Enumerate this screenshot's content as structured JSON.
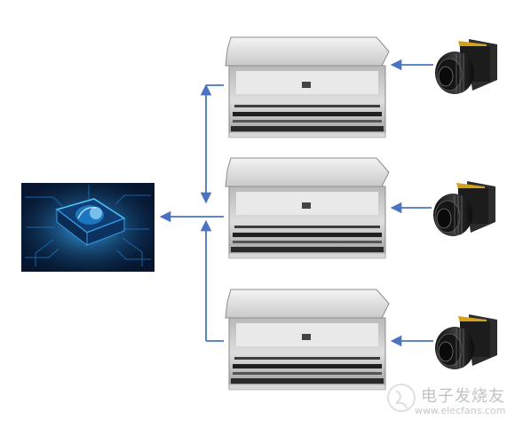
{
  "diagram": {
    "central_unit": {
      "icon": "ai-chip-image"
    },
    "scanners": [
      {
        "icon": "scanner-machine-image"
      },
      {
        "icon": "scanner-machine-image"
      },
      {
        "icon": "scanner-machine-image"
      }
    ],
    "cameras": [
      {
        "icon": "industrial-camera-image"
      },
      {
        "icon": "industrial-camera-image"
      },
      {
        "icon": "industrial-camera-image"
      }
    ],
    "arrow_color": "#4a74c2"
  },
  "watermark": {
    "text": "电子发烧友",
    "url": "www.elecfans.com"
  }
}
